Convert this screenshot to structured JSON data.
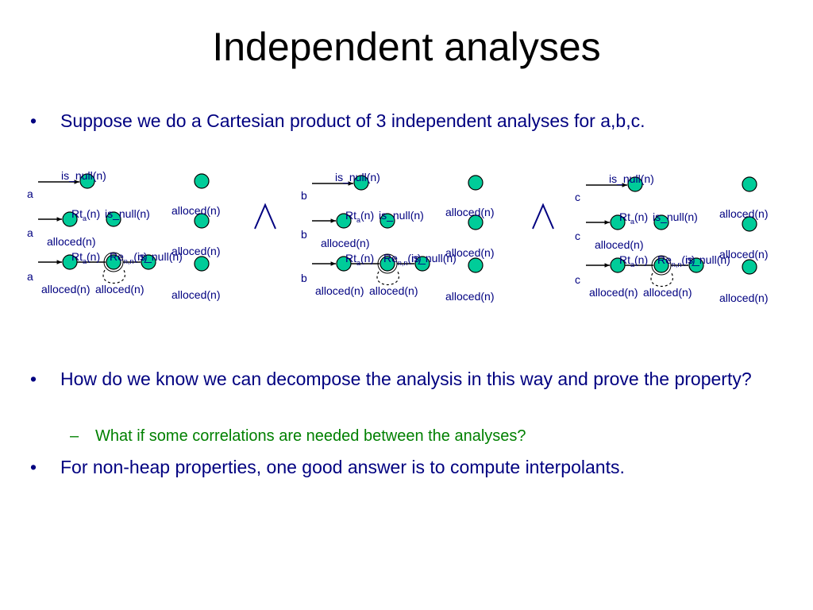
{
  "slide": {
    "title": "Independent analyses",
    "bullet_dot": "•",
    "sub_dash": "–",
    "bullets": [
      "Suppose we do a Cartesian product of 3 independent analyses for a,b,c.",
      "How do we know we can decompose the analysis in this way and prove the property?",
      "For non-heap properties, one good answer is to compute interpolants."
    ],
    "sub_bullet": "What if some correlations are needed between the analyses?"
  },
  "diagram": {
    "operator": "∧",
    "labels": {
      "is_null": "is_null(n)",
      "alloced": "alloced(n)",
      "rt": "Rt",
      "rt_sub": "a",
      "rt_n": "(n)",
      "re": "Re",
      "re_sub": "n,n",
      "re_n": "(n)"
    },
    "variables": [
      "a",
      "b",
      "c"
    ],
    "node_color": "#00cc99"
  }
}
